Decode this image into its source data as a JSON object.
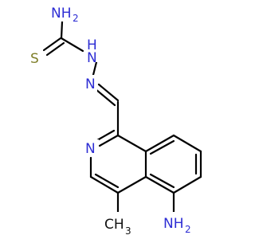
{
  "molecule": {
    "atoms": {
      "thioamide_nh2": {
        "main": "NH",
        "sub": "2"
      },
      "thione_s": {
        "main": "S"
      },
      "hydrazine_nh": {
        "main": "N",
        "h": "H"
      },
      "imine_n": {
        "main": "N"
      },
      "ring_n": {
        "main": "N"
      },
      "methyl": {
        "main": "CH",
        "sub": "3"
      },
      "amino_nh2": {
        "main": "NH",
        "sub": "2"
      }
    },
    "colors": {
      "nitrogen": "#2d2dd4",
      "sulfur": "#7f7f2a",
      "carbon_bonds": "#000000"
    }
  }
}
